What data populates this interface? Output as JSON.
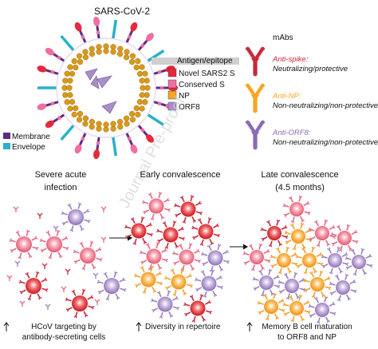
{
  "virus": {
    "title": "SARS-CoV-2",
    "antigen_header": "Antigen/epitope",
    "antigens": [
      {
        "label": "Novel SARS2 S",
        "color": "#e8283c"
      },
      {
        "label": "Conserved S",
        "color": "#f06ea0"
      },
      {
        "label": "NP",
        "color": "#f5a623"
      },
      {
        "label": "ORF8",
        "color": "#a98ec9"
      }
    ],
    "legend": [
      {
        "label": "Membrane",
        "color": "#5b2d82"
      },
      {
        "label": "Envelope",
        "color": "#2ab0c8"
      }
    ]
  },
  "mabs": {
    "title": "mAbs",
    "items": [
      {
        "name": "Anti-spike:",
        "desc": "Neutralizing/protective",
        "color": "#c8283c"
      },
      {
        "name": "Anti-NP:",
        "desc": "Non-neutralizing/non-protective",
        "color": "#f5a623"
      },
      {
        "name": "Anti-ORF8:",
        "desc": "Non-neutralizing/non-protective",
        "color": "#8a6bb5"
      }
    ]
  },
  "watermark": "Journal Pre-proof",
  "stages": [
    {
      "title_line1": "Severe acute",
      "title_line2": "infection",
      "footer_line1": "HCoV targeting by",
      "footer_line2": "antibody-secreting cells"
    },
    {
      "title_line1": "Early convalescence",
      "title_line2": "",
      "footer_line1": "Diversity in repertoire",
      "footer_line2": ""
    },
    {
      "title_line1": "Late convalescence",
      "title_line2": "(4.5 months)",
      "footer_line1": "Memory B cell maturation",
      "footer_line2": "to ORF8 and NP"
    }
  ],
  "colors": {
    "lipid": "#d79a1e",
    "spike_head": "#e8283c",
    "cell_red": "#d9252f",
    "cell_pink": "#f07a8e",
    "cell_purple": "#a78bc7",
    "cell_orange": "#f5a623"
  }
}
